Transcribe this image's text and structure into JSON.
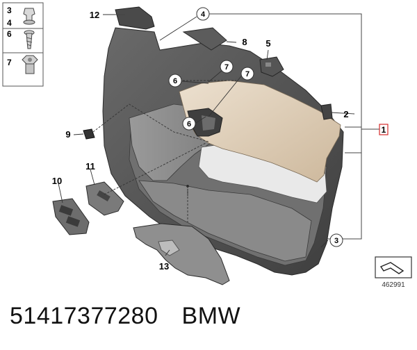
{
  "callouts": {
    "c1": "1",
    "c2": "2",
    "c3": "3",
    "c4": "4",
    "c5": "5",
    "c6a": "6",
    "c6b": "6",
    "c7a": "7",
    "c7b": "7",
    "c8": "8",
    "c9": "9",
    "c10": "10",
    "c11": "11",
    "c12": "12",
    "c13": "13"
  },
  "legend": {
    "n3": "3",
    "n4": "4",
    "n6": "6",
    "n7": "7"
  },
  "diagram_id": "462991",
  "caption": {
    "part_number": "51417377280",
    "brand": "BMW"
  },
  "colors": {
    "panel_dark": "#575757",
    "panel_mid": "#8c8c8c",
    "trim_beige": "#dccbb4",
    "callout_red": "#d62b2b"
  }
}
